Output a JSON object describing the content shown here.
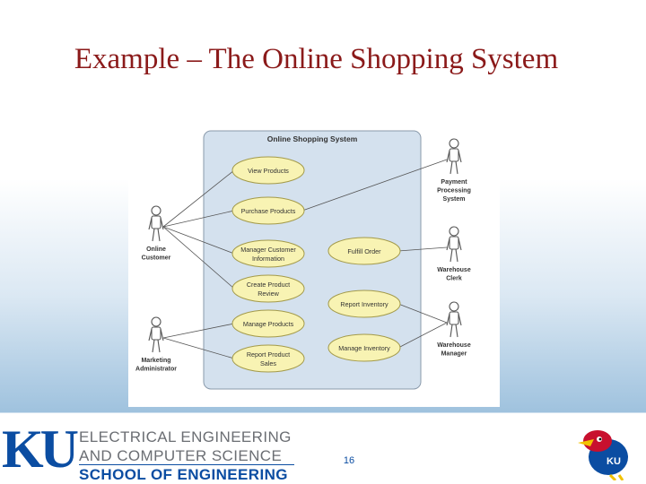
{
  "slide": {
    "title": "Example – The Online Shopping System",
    "page_number": "16"
  },
  "diagram": {
    "system_title": "Online Shopping System",
    "actors": [
      {
        "id": "online-customer",
        "lines": [
          "Online",
          "Customer"
        ]
      },
      {
        "id": "marketing-administrator",
        "lines": [
          "Marketing",
          "Administrator"
        ]
      },
      {
        "id": "payment-processing-system",
        "lines": [
          "Payment",
          "Processing",
          "System"
        ]
      },
      {
        "id": "warehouse-clerk",
        "lines": [
          "Warehouse",
          "Clerk"
        ]
      },
      {
        "id": "warehouse-manager",
        "lines": [
          "Warehouse",
          "Manager"
        ]
      }
    ],
    "use_cases": [
      {
        "id": "view-products",
        "lines": [
          "View Products"
        ]
      },
      {
        "id": "purchase-products",
        "lines": [
          "Purchase Products"
        ]
      },
      {
        "id": "manager-customer-information",
        "lines": [
          "Manager Customer",
          "Information"
        ]
      },
      {
        "id": "create-product-review",
        "lines": [
          "Create Product",
          "Review"
        ]
      },
      {
        "id": "manage-products",
        "lines": [
          "Manage Products"
        ]
      },
      {
        "id": "report-product-sales",
        "lines": [
          "Report Product",
          "Sales"
        ]
      },
      {
        "id": "fulfill-order",
        "lines": [
          "Fulfill Order"
        ]
      },
      {
        "id": "report-inventory",
        "lines": [
          "Report Inventory"
        ]
      },
      {
        "id": "manage-inventory",
        "lines": [
          "Manage Inventory"
        ]
      }
    ],
    "associations": [
      [
        "online-customer",
        "view-products"
      ],
      [
        "online-customer",
        "purchase-products"
      ],
      [
        "online-customer",
        "manager-customer-information"
      ],
      [
        "online-customer",
        "create-product-review"
      ],
      [
        "marketing-administrator",
        "manage-products"
      ],
      [
        "marketing-administrator",
        "report-product-sales"
      ],
      [
        "payment-processing-system",
        "purchase-products"
      ],
      [
        "warehouse-clerk",
        "fulfill-order"
      ],
      [
        "warehouse-manager",
        "report-inventory"
      ],
      [
        "warehouse-manager",
        "manage-inventory"
      ]
    ]
  },
  "footer": {
    "logo_text": "KU",
    "department_line1": "ELECTRICAL ENGINEERING",
    "department_line2": "AND COMPUTER SCIENCE",
    "school": "SCHOOL OF ENGINEERING",
    "mascot_icon": "jayhawk-mascot-icon"
  },
  "colors": {
    "title": "#8b1a1a",
    "ku_blue": "#0b4da2",
    "system_fill": "#d4e1ee",
    "use_case_fill": "#f8f3b3"
  }
}
